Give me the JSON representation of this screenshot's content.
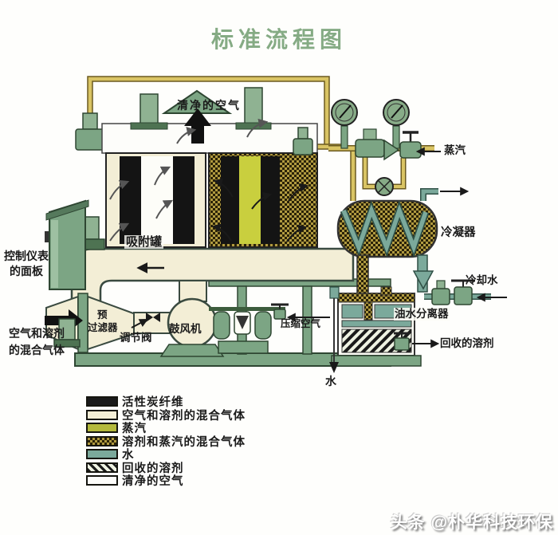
{
  "title": "标准流程图",
  "colors": {
    "title_green": "#85ab84",
    "equipment_green": "#7ca584",
    "cream_gas": "#f3eed6",
    "steam_yellow": "#c9cf3e",
    "solvent_steam_khaki": "#b09a40",
    "water_teal": "#7ba99b",
    "carbon_black": "#1a1a1a",
    "pipe_yellow": "#d9c464"
  },
  "diagram": {
    "labels": {
      "clean_air": "清净的空气",
      "adsorption_tank": "吸附罐",
      "control_panel_line1": "控制仪表",
      "control_panel_line2": "的面板",
      "inlet_line1": "空气和溶剂",
      "inlet_line2": "的混合气体",
      "prefilter_line1": "预",
      "prefilter_line2": "过滤器",
      "regulating_valve": "调节阀",
      "blower": "鼓风机",
      "compressed_air": "压缩空气",
      "water": "水",
      "steam": "蒸汽",
      "condenser": "冷凝器",
      "cooling_water": "冷却水",
      "oil_water_separator": "油水分离器",
      "recovered_solvent": "回收的溶剂"
    }
  },
  "legend": {
    "items": [
      {
        "label": "活性炭纤维",
        "swatch": "black"
      },
      {
        "label": "空气和溶剂的混合气体",
        "swatch": "cream"
      },
      {
        "label": "蒸汽",
        "swatch": "olive"
      },
      {
        "label": "溶剂和蒸汽的混合气体",
        "swatch": "checker"
      },
      {
        "label": "水",
        "swatch": "teal"
      },
      {
        "label": "回收的溶剂",
        "swatch": "hatch"
      },
      {
        "label": "清净的空气",
        "swatch": "white"
      }
    ]
  },
  "watermark": "头条 @朴华科技环保"
}
